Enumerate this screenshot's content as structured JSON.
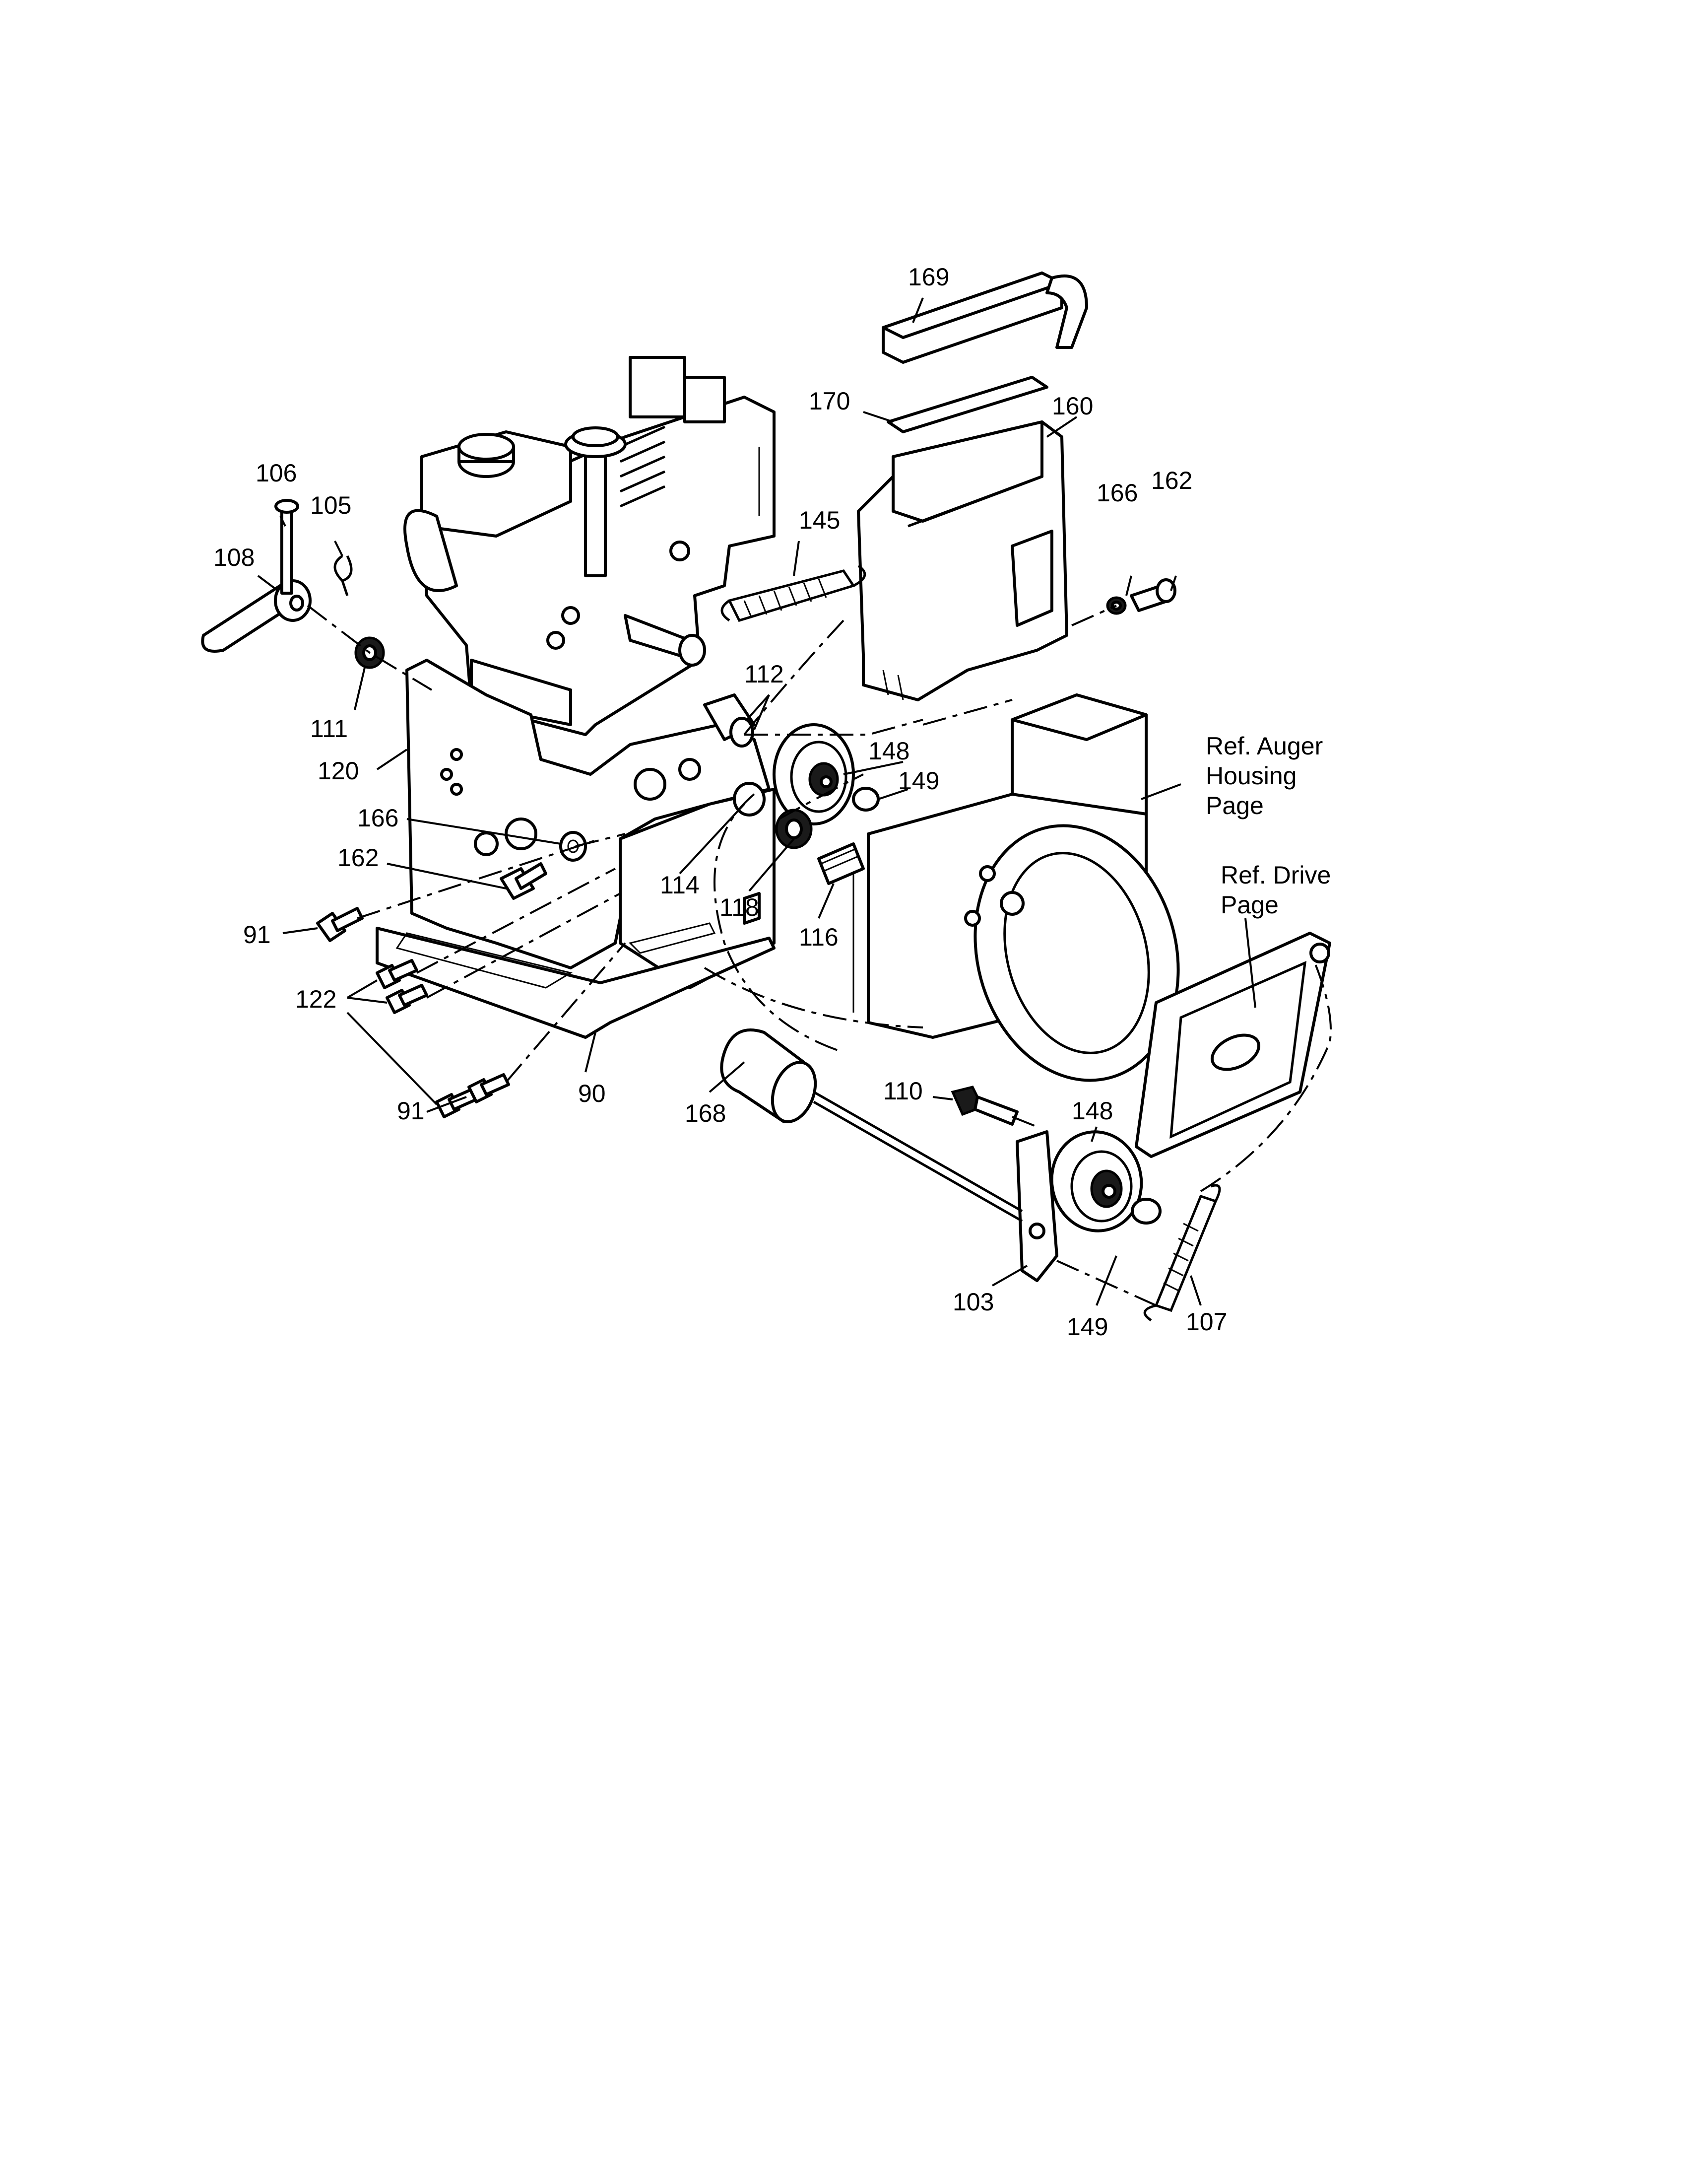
{
  "callouts": [
    {
      "id": "c169",
      "text": "169"
    },
    {
      "id": "c170",
      "text": "170"
    },
    {
      "id": "c160",
      "text": "160"
    },
    {
      "id": "c166a",
      "text": "166"
    },
    {
      "id": "c162a",
      "text": "162"
    },
    {
      "id": "c106",
      "text": "106"
    },
    {
      "id": "c105",
      "text": "105"
    },
    {
      "id": "c108",
      "text": "108"
    },
    {
      "id": "c145",
      "text": "145"
    },
    {
      "id": "c111",
      "text": "111"
    },
    {
      "id": "c112",
      "text": "112"
    },
    {
      "id": "c120",
      "text": "120"
    },
    {
      "id": "c148a",
      "text": "148"
    },
    {
      "id": "c149a",
      "text": "149"
    },
    {
      "id": "c166b",
      "text": "166"
    },
    {
      "id": "c162b",
      "text": "162"
    },
    {
      "id": "c114",
      "text": "114"
    },
    {
      "id": "c118",
      "text": "118"
    },
    {
      "id": "c116",
      "text": "116"
    },
    {
      "id": "c91a",
      "text": "91"
    },
    {
      "id": "c122",
      "text": "122"
    },
    {
      "id": "c91b",
      "text": "91"
    },
    {
      "id": "c90",
      "text": "90"
    },
    {
      "id": "c168",
      "text": "168"
    },
    {
      "id": "c110",
      "text": "110"
    },
    {
      "id": "c148b",
      "text": "148"
    },
    {
      "id": "c103",
      "text": "103"
    },
    {
      "id": "c149b",
      "text": "149"
    },
    {
      "id": "c107",
      "text": "107"
    }
  ],
  "references": [
    {
      "id": "ref-auger",
      "lines": [
        "Ref. Auger",
        "Housing",
        "Page"
      ]
    },
    {
      "id": "ref-drive",
      "lines": [
        "Ref. Drive",
        "Page"
      ]
    }
  ]
}
